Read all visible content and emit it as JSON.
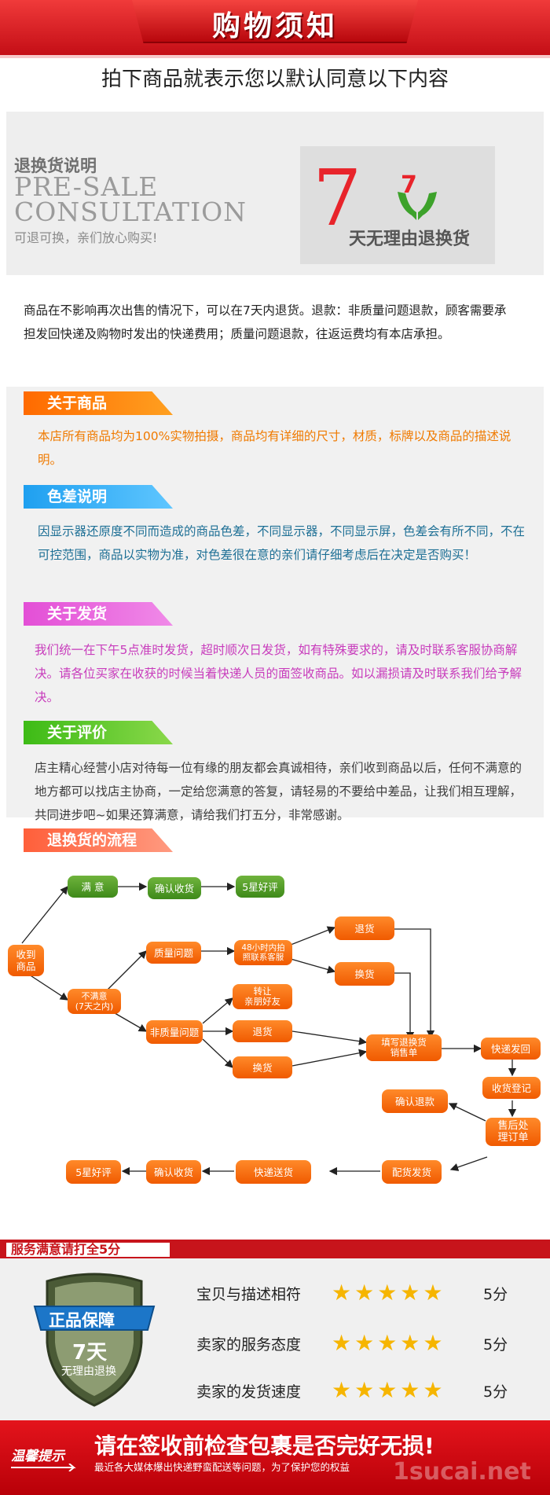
{
  "header": {
    "title": "购物须知",
    "subtitle": "拍下商品就表示您以默认同意以下内容"
  },
  "banner": {
    "title": "退换货说明",
    "en_line1": "PRE-SALE",
    "en_line2": "CONSULTATION",
    "tagline": "可退可换，亲们放心购买!",
    "big_number": "7",
    "logo_number": "7",
    "days_label": "天无理由退换货"
  },
  "intro": "商品在不影响再次出售的情况下，可以在7天内退货。退款：非质量问题退款，顾客需要承担发回快递及购物时发出的快递费用；质量问题退款，往返运费均有本店承担。",
  "sections": {
    "product": {
      "label": "关于商品",
      "text": "本店所有商品均为100%实物拍摄，商品均有详细的尺寸，材质，标牌以及商品的描述说明。"
    },
    "color": {
      "label": "色差说明",
      "text": "因显示器还原度不同而造成的商品色差，不同显示器，不同显示屏，色差会有所不同，不在可控范围，商品以实物为准，对色差很在意的亲们请仔细考虑后在决定是否购买！"
    },
    "shipping": {
      "label": "关于发货",
      "text": "我们统一在下午5点准时发货，超时顺次日发货，如有特殊要求的，请及时联系客服协商解决。请各位买家在收获的时候当着快递人员的面签收商品。如以漏损请及时联系我们给予解决。"
    },
    "review": {
      "label": "关于评价",
      "text": "店主精心经营小店对待每一位有缘的朋友都会真诚相待，亲们收到商品以后，任何不满意的地方都可以找店主协商，一定给您满意的答复，请轻易的不要给中差品，让我们相互理解，共同进步吧~如果还算满意，请给我们打五分，非常感谢。"
    },
    "flow": {
      "label": "退换货的流程"
    }
  },
  "flow_nodes": {
    "receive": "收到\n商品",
    "satisfied": "满  意",
    "confirm1": "确认收货",
    "five_star1": "5星好评",
    "quality": "质量问题",
    "contact": "48小时内拍\n照联系客服",
    "return1": "退货",
    "exchange1": "换货",
    "unsatisfied": "不满意\n(7天之内)",
    "non_quality": "非质量问题",
    "transfer": "转让\n亲朋好友",
    "return2": "退货",
    "exchange2": "换货",
    "fill_form": "填写退换货\n销售单",
    "express_back": "快递发回",
    "receipt_reg": "收货登记",
    "after_sale": "售后处\n理订单",
    "confirm_refund": "确认退款",
    "dispatch": "配货发货",
    "express_send": "快递送货",
    "confirm2": "确认收货",
    "five_star2": "5星好评"
  },
  "rating": {
    "header": "服务满意请打全5分",
    "badge_top": "正品保障",
    "badge_days": "7天",
    "badge_bottom": "无理由退换",
    "rows": [
      {
        "label": "宝贝与描述相符",
        "stars": "★★★★★",
        "score": "5分"
      },
      {
        "label": "卖家的服务态度",
        "stars": "★★★★★",
        "score": "5分"
      },
      {
        "label": "卖家的发货速度",
        "stars": "★★★★★",
        "score": "5分"
      }
    ]
  },
  "footer": {
    "tip": "温馨提示",
    "main": "请在签收前检查包裹是否完好无损!",
    "sub": "最近各大媒体爆出快递野蛮配送等问题，为了保护您的权益",
    "watermark": "1sucai.net"
  },
  "colors": {
    "brand_red": "#e2151d",
    "orange": "#f07a00",
    "blue": "#1d6f95",
    "pink": "#c83cbc",
    "green": "#3dbb16",
    "star": "#f6b500"
  }
}
